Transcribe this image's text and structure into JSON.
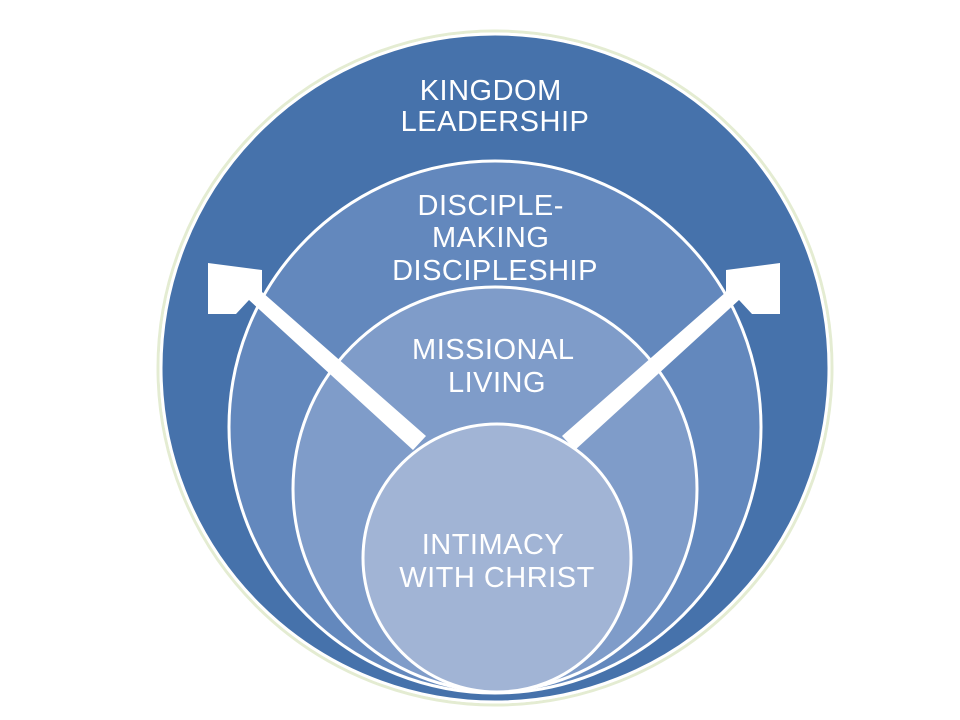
{
  "rings": [
    {
      "id": "outer",
      "lines": [
        "KINGDOM",
        "LEADERSHIP"
      ],
      "color": "#4672AB"
    },
    {
      "id": "second",
      "lines": [
        "DISCIPLE-",
        "MAKING",
        "DISCIPLESHIP"
      ],
      "color": "#6388BD"
    },
    {
      "id": "third",
      "lines": [
        "MISSIONAL",
        "LIVING"
      ],
      "color": "#7F9CC9"
    },
    {
      "id": "core",
      "lines": [
        "INTIMACY",
        "WITH CHRIST"
      ],
      "color": "#A1B4D5"
    }
  ],
  "colors": {
    "stroke": "#ffffff",
    "arrow": "#ffffff",
    "outer_glow": "#E4ECD2"
  }
}
